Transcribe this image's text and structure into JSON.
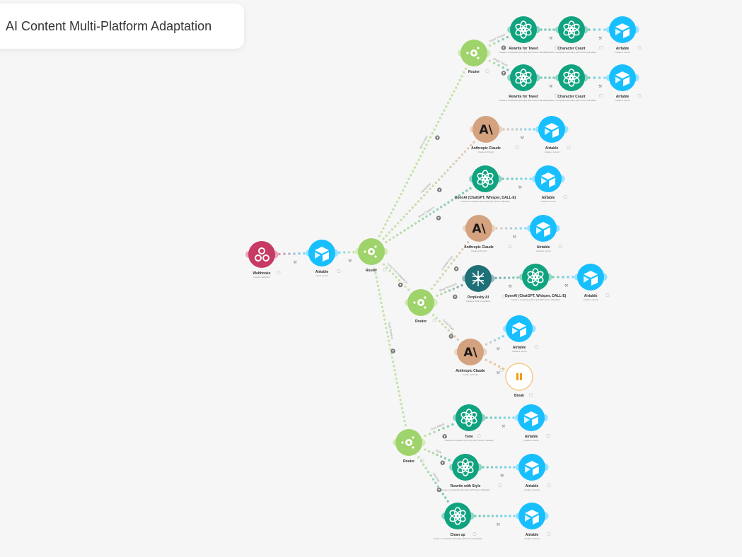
{
  "scenario": {
    "title": "AI Content Multi-Platform Adaptation"
  },
  "colors": {
    "router": "#9fd36b",
    "openai": "#10a37f",
    "airtable": "#18bfff",
    "anthropic": "#d4a27f",
    "webhook": "#c73a63",
    "perplexity": "#1f6f77",
    "break": "#f39c12"
  },
  "modules": [
    {
      "id": "webhooks",
      "type": "webhook",
      "icon": "webhook-icon",
      "label": "Webhooks",
      "sub": "Custom webhook"
    },
    {
      "id": "airtable-main",
      "type": "airtable",
      "icon": "airtable-icon",
      "label": "Airtable",
      "sub": "Get a record"
    },
    {
      "id": "router-main",
      "type": "router",
      "icon": "router-icon",
      "label": "Router",
      "sub": ""
    },
    {
      "id": "router-top",
      "type": "router",
      "icon": "router-icon",
      "label": "Router",
      "sub": ""
    },
    {
      "id": "tweet1",
      "type": "openai",
      "icon": "openai-icon",
      "label": "Rewrite for Tweet",
      "sub": "Create a completion (Prompt) (GPT and o1 Models)"
    },
    {
      "id": "cc1",
      "type": "openai",
      "icon": "openai-icon",
      "label": "Character Count",
      "sub": "Create a completion (Prompt) (GPT and o1 Models)"
    },
    {
      "id": "at-t1",
      "type": "airtable",
      "icon": "airtable-icon",
      "label": "Airtable",
      "sub": "Create a record"
    },
    {
      "id": "tweet2",
      "type": "openai",
      "icon": "openai-icon",
      "label": "Rewrite for Tweet",
      "sub": "Create a completion (Prompt) (GPT and o1 Models)"
    },
    {
      "id": "cc2",
      "type": "openai",
      "icon": "openai-icon",
      "label": "Character Count",
      "sub": "Create a completion (Prompt) (GPT and o1 Models)"
    },
    {
      "id": "at-t2",
      "type": "airtable",
      "icon": "airtable-icon",
      "label": "Airtable",
      "sub": "Create a record"
    },
    {
      "id": "claude1",
      "type": "anthropic",
      "icon": "anthropic-icon",
      "label": "Anthropic Claude",
      "sub": "Create a Prompt"
    },
    {
      "id": "at-c1",
      "type": "airtable",
      "icon": "airtable-icon",
      "label": "Airtable",
      "sub": "Create a record"
    },
    {
      "id": "openai1",
      "type": "openai",
      "icon": "openai-icon",
      "label": "OpenAI (ChatGPT, Whisper, DALL-E)",
      "sub": "Create a completion (Prompt) (GPT and o1 Models)"
    },
    {
      "id": "at-o1",
      "type": "airtable",
      "icon": "airtable-icon",
      "label": "Airtable",
      "sub": "Create a record"
    },
    {
      "id": "claude2",
      "type": "anthropic",
      "icon": "anthropic-icon",
      "label": "Anthropic Claude",
      "sub": "Create a Prompt"
    },
    {
      "id": "at-c2",
      "type": "airtable",
      "icon": "airtable-icon",
      "label": "Airtable",
      "sub": "Create a record"
    },
    {
      "id": "router-mid",
      "type": "router",
      "icon": "router-icon",
      "label": "Router",
      "sub": ""
    },
    {
      "id": "perplexity",
      "type": "perplexity",
      "icon": "perplexity-icon",
      "label": "Perplexity AI",
      "sub": "Create a Chat Completion"
    },
    {
      "id": "openai2",
      "type": "openai",
      "icon": "openai-icon",
      "label": "OpenAI (ChatGPT, Whisper, DALL-E)",
      "sub": "Create a completion (Prompt) (GPT and o1 Models)"
    },
    {
      "id": "at-p1",
      "type": "airtable",
      "icon": "airtable-icon",
      "label": "Airtable",
      "sub": "Create a record"
    },
    {
      "id": "at-c3",
      "type": "airtable",
      "icon": "airtable-icon",
      "label": "Airtable",
      "sub": "Create a record"
    },
    {
      "id": "claude3",
      "type": "anthropic",
      "icon": "anthropic-icon",
      "label": "Anthropic Claude",
      "sub": "Create a Prompt"
    },
    {
      "id": "break",
      "type": "break",
      "icon": "pause-icon",
      "label": "Break",
      "sub": ""
    },
    {
      "id": "router-bot",
      "type": "router",
      "icon": "router-icon",
      "label": "Router",
      "sub": ""
    },
    {
      "id": "tone",
      "type": "openai",
      "icon": "openai-icon",
      "label": "Tone",
      "sub": "Create a completion (Prompt) (GPT and o1 Models)"
    },
    {
      "id": "at-b1",
      "type": "airtable",
      "icon": "airtable-icon",
      "label": "Airtable",
      "sub": "Update a record"
    },
    {
      "id": "style",
      "type": "openai",
      "icon": "openai-icon",
      "label": "Rewrite with Style",
      "sub": "Create a completion (Prompt) (GPT and o1 Models)"
    },
    {
      "id": "at-b2",
      "type": "airtable",
      "icon": "airtable-icon",
      "label": "Airtable",
      "sub": "Update a record"
    },
    {
      "id": "cleanup",
      "type": "openai",
      "icon": "openai-icon",
      "label": "Clean up",
      "sub": "Create a completion (Prompt) (GPT and o1 Models)"
    },
    {
      "id": "at-b3",
      "type": "airtable",
      "icon": "airtable-icon",
      "label": "Airtable",
      "sub": "Update a record"
    }
  ],
  "routes": [
    {
      "from": "router-main",
      "to": "router-top",
      "label": "All Formats"
    },
    {
      "from": "router-main",
      "to": "claude1",
      "label": "Newsletter"
    },
    {
      "from": "router-main",
      "to": "openai1",
      "label": "Short Captions"
    },
    {
      "from": "router-main",
      "to": "router-mid",
      "label": "Long Form Adaptation"
    },
    {
      "from": "router-main",
      "to": "router-bot",
      "label": "Style Pipeline"
    },
    {
      "from": "router-top",
      "to": "tweet1",
      "label": "Tweet Thread"
    },
    {
      "from": "router-top",
      "to": "tweet2",
      "label": "Single Tweet"
    },
    {
      "from": "router-mid",
      "to": "claude2",
      "label": "LinkedIn Post"
    },
    {
      "from": "router-mid",
      "to": "perplexity",
      "label": "Blog Research"
    },
    {
      "from": "router-mid",
      "to": "claude3",
      "label": "Script Draft"
    },
    {
      "from": "router-bot",
      "to": "tone",
      "label": "Tone Adjust"
    },
    {
      "from": "router-bot",
      "to": "style",
      "label": "Style"
    },
    {
      "from": "router-bot",
      "to": "cleanup",
      "label": "Cleanup"
    }
  ]
}
